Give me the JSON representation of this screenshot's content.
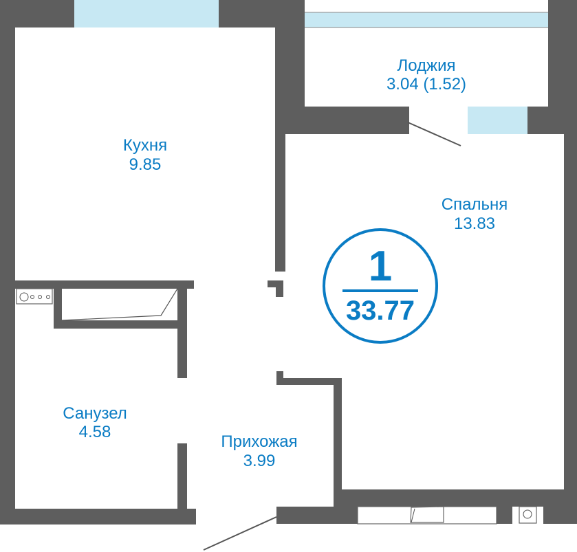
{
  "rooms": [
    {
      "name": "Кухня",
      "area": "9.85"
    },
    {
      "name": "Лоджия",
      "area": "3.04 (1.52)"
    },
    {
      "name": "Спальня",
      "area": "13.83"
    },
    {
      "name": "Санузел",
      "area": "4.58"
    },
    {
      "name": "Прихожая",
      "area": "3.99"
    }
  ],
  "badge": {
    "rooms_count": "1",
    "total_area": "33.77"
  },
  "colors": {
    "wall": "#5e5e5e",
    "window": "#c7e8f3",
    "text": "#0a7cc4"
  }
}
